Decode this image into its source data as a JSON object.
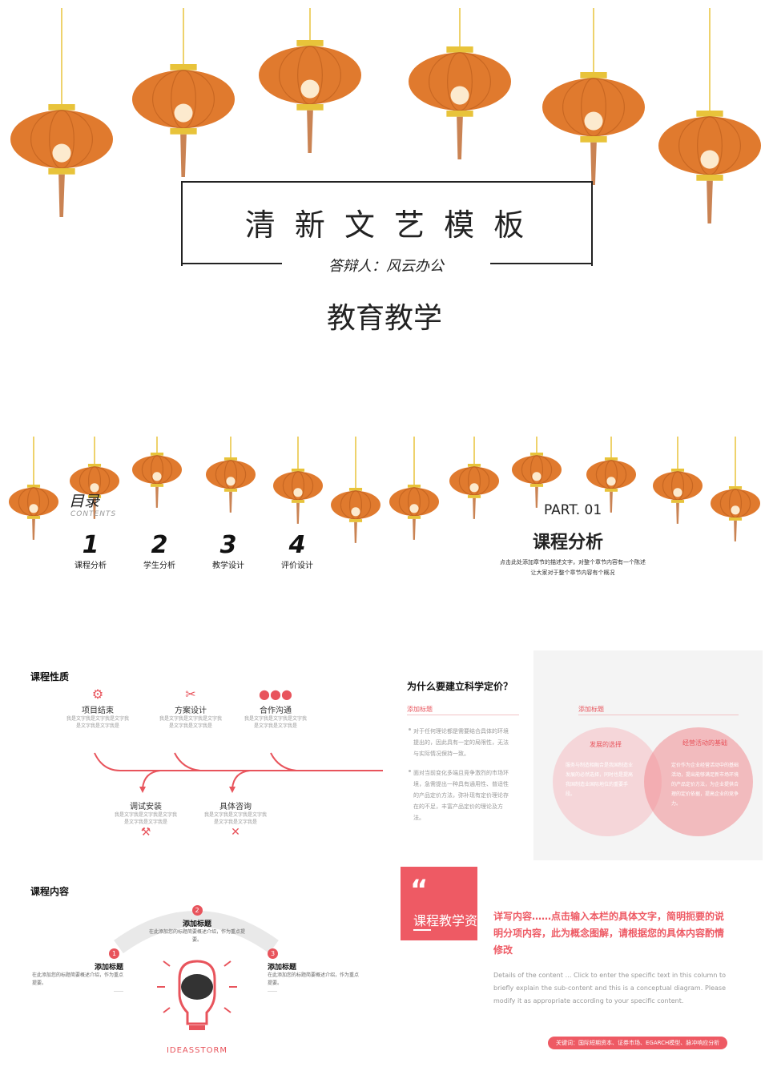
{
  "cover": {
    "title": "清 新 文 艺 模 板",
    "speaker": "答辩人：风云办公",
    "subtitle": "教育教学"
  },
  "toc": {
    "title": "目录",
    "title_en": "CONTENTS",
    "items": [
      {
        "num": "1",
        "label": "课程分析"
      },
      {
        "num": "2",
        "label": "学生分析"
      },
      {
        "num": "3",
        "label": "教学设计"
      },
      {
        "num": "4",
        "label": "评价设计"
      }
    ],
    "part": "PART. 01",
    "part_title": "课程分析",
    "part_desc_1": "点击此处添加章节的描述文字，对整个章节内容有一个陈述",
    "part_desc_2": "让大家对于整个章节内容有个概况"
  },
  "nature": {
    "heading": "课程性质",
    "top_items": [
      {
        "title": "项目结束",
        "text": "我是文字我是文字我是文字我是文字我是文字我是"
      },
      {
        "title": "方案设计",
        "text": "我是文字我是文字我是文字我是文字我是文字我是"
      },
      {
        "title": "合作沟通",
        "text": "我是文字我是文字我是文字我是文字我是文字我是"
      }
    ],
    "bottom_items": [
      {
        "title": "调试安装",
        "text": "我是文字我是文字我是文字我是文字我是文字我是"
      },
      {
        "title": "具体咨询",
        "text": "我是文字我是文字我是文字我是文字我是文字我是"
      }
    ]
  },
  "pricing": {
    "heading": "为什么要建立科学定价？",
    "tag_left": "添加标题",
    "bullet_1": "对于任何理论都是需要结合具体的环境提出的，因此具有一定的局限性，无法与实际情况保持一致。",
    "bullet_2": "面对当前变化多端且竞争激烈的市场环境，急需提出一种具有通用性、普适性的产品定价方法，弥补现有定价理论存在的不足，丰富产品定价的理论及方法。",
    "tag_right": "添加标题",
    "circle_left_title": "发展的选择",
    "circle_left_text": "服务与制造相融合是我国制造业发展的必然选择，同时也是提高我国制造业国际地位的重要手段。",
    "circle_right_title": "经营活动的基础",
    "circle_right_text": "定价作为企业经营活动中的基础活动，提出能够满足新市场环境的产品定价方法，为企业提供合理的定价依据，提高企业的竞争力。"
  },
  "content": {
    "heading": "课程内容",
    "items": [
      {
        "num": "1",
        "title": "添加标题",
        "text": "在此添加您的标题简要概述介绍，作为重点提要。",
        "more": "……"
      },
      {
        "num": "2",
        "title": "添加标题",
        "text": "在此添加您的标题简要概述介绍，作为重点提要。",
        "more": "……"
      },
      {
        "num": "3",
        "title": "添加标题",
        "text": "在此添加您的标题简要概述介绍，作为重点提要。",
        "more": "……"
      }
    ],
    "brand": "IDEASSTORM"
  },
  "resource": {
    "quote_mark": "“",
    "box_title": "课程教学资源",
    "headline": "详写内容……点击输入本栏的具体文字，简明扼要的说明分项内容，此为概念图解，请根据您的具体内容酌情修改",
    "body": "Details of the content … Click to enter the specific text in this column to briefly explain the sub-content and this is a conceptual diagram. Please modify it as appropriate according to your specific content.",
    "keywords": "关键词：国际短期资本、证券市场、EGARCH模型、脉冲响应分析"
  },
  "colors": {
    "accent": "#e8545c",
    "lantern": "#e07a2e",
    "lantern_dark": "#b85a1a",
    "gold": "#e8c33a"
  }
}
